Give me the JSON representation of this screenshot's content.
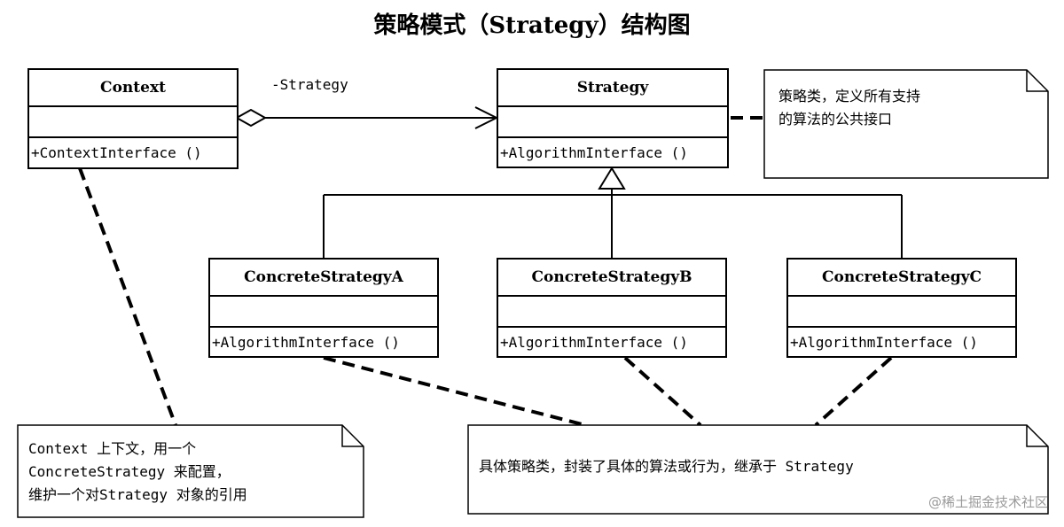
{
  "title": "策略模式（Strategy）结构图",
  "classes": {
    "context": {
      "name": "Context",
      "operation": "+ContextInterface ()"
    },
    "strategy": {
      "name": "Strategy",
      "operation": "+AlgorithmInterface ()"
    },
    "concrete_a": {
      "name": "ConcreteStrategyA",
      "operation": "+AlgorithmInterface ()"
    },
    "concrete_b": {
      "name": "ConcreteStrategyB",
      "operation": "+AlgorithmInterface ()"
    },
    "concrete_c": {
      "name": "ConcreteStrategyC",
      "operation": "+AlgorithmInterface ()"
    }
  },
  "association_label": "-Strategy",
  "notes": {
    "strategy_note": [
      "策略类，定义所有支持",
      "的算法的公共接口"
    ],
    "context_note": [
      "Context 上下文，用一个",
      "ConcreteStrategy 来配置，",
      "维护一个对Strategy 对象的引用"
    ],
    "concrete_note": [
      "具体策略类，封装了具体的算法或行为，继承于 Strategy"
    ]
  },
  "watermark": "@稀土掘金技术社区"
}
